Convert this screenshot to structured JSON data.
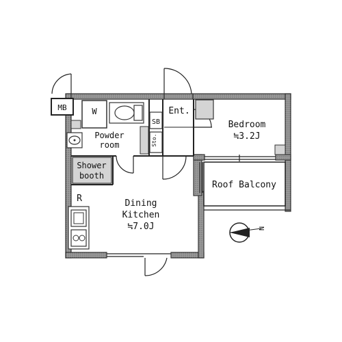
{
  "labels": {
    "mb": "MB",
    "w": "W",
    "ent": "Ent.",
    "sb": "SB",
    "sto": "Sto.",
    "powder_line1": "Powder",
    "powder_line2": "room",
    "shower_line1": "Shower",
    "shower_line2": "booth",
    "bedroom": "Bedroom",
    "bedroom_size": "≒3.2J",
    "roof_balcony": "Roof Balcony",
    "r": "R",
    "dk_line1": "Dining",
    "dk_line2": "Kitchen",
    "dk_size": "≒7.0J",
    "north": "N"
  },
  "colors": {
    "wall_fill": "#8c8c8c",
    "wall_stroke": "#222222",
    "fixture_fill": "#d4d4d4"
  }
}
